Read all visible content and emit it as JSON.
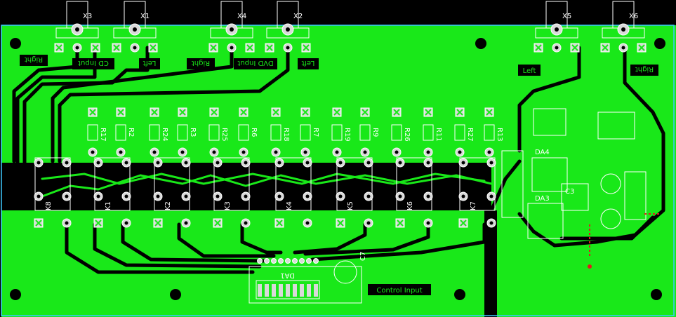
{
  "board": {
    "copper_color": "#19e819",
    "background_color": "#000000",
    "silk_color": "#ffffff"
  },
  "connectors_top": [
    {
      "ref": "X3"
    },
    {
      "ref": "X1"
    },
    {
      "ref": "X4"
    },
    {
      "ref": "X2"
    },
    {
      "ref": "X5"
    },
    {
      "ref": "X6"
    }
  ],
  "text_labels": {
    "right_1": "Right",
    "cd_input": "CD Input",
    "left_1": "Left",
    "right_2": "Right",
    "dvd_input": "DVD Input",
    "left_2": "Left",
    "left_3": "Left",
    "right_3": "Right",
    "control_input": "Control Input"
  },
  "resistors": [
    {
      "ref": "R17"
    },
    {
      "ref": "R2"
    },
    {
      "ref": "R24"
    },
    {
      "ref": "R3"
    },
    {
      "ref": "R25"
    },
    {
      "ref": "R6"
    },
    {
      "ref": "R18"
    },
    {
      "ref": "R7"
    },
    {
      "ref": "R19"
    },
    {
      "ref": "R9"
    },
    {
      "ref": "R26"
    },
    {
      "ref": "R11"
    },
    {
      "ref": "R27"
    },
    {
      "ref": "R13"
    }
  ],
  "relays": [
    {
      "ref": "K8"
    },
    {
      "ref": "K1"
    },
    {
      "ref": "K2"
    },
    {
      "ref": "K3"
    },
    {
      "ref": "K4"
    },
    {
      "ref": "K5"
    },
    {
      "ref": "K6"
    },
    {
      "ref": "K7"
    }
  ],
  "ics": {
    "da4": "DA4",
    "da3": "DA3",
    "da1": "DA1"
  },
  "caps": {
    "c3": "C3",
    "c7": "C7"
  }
}
